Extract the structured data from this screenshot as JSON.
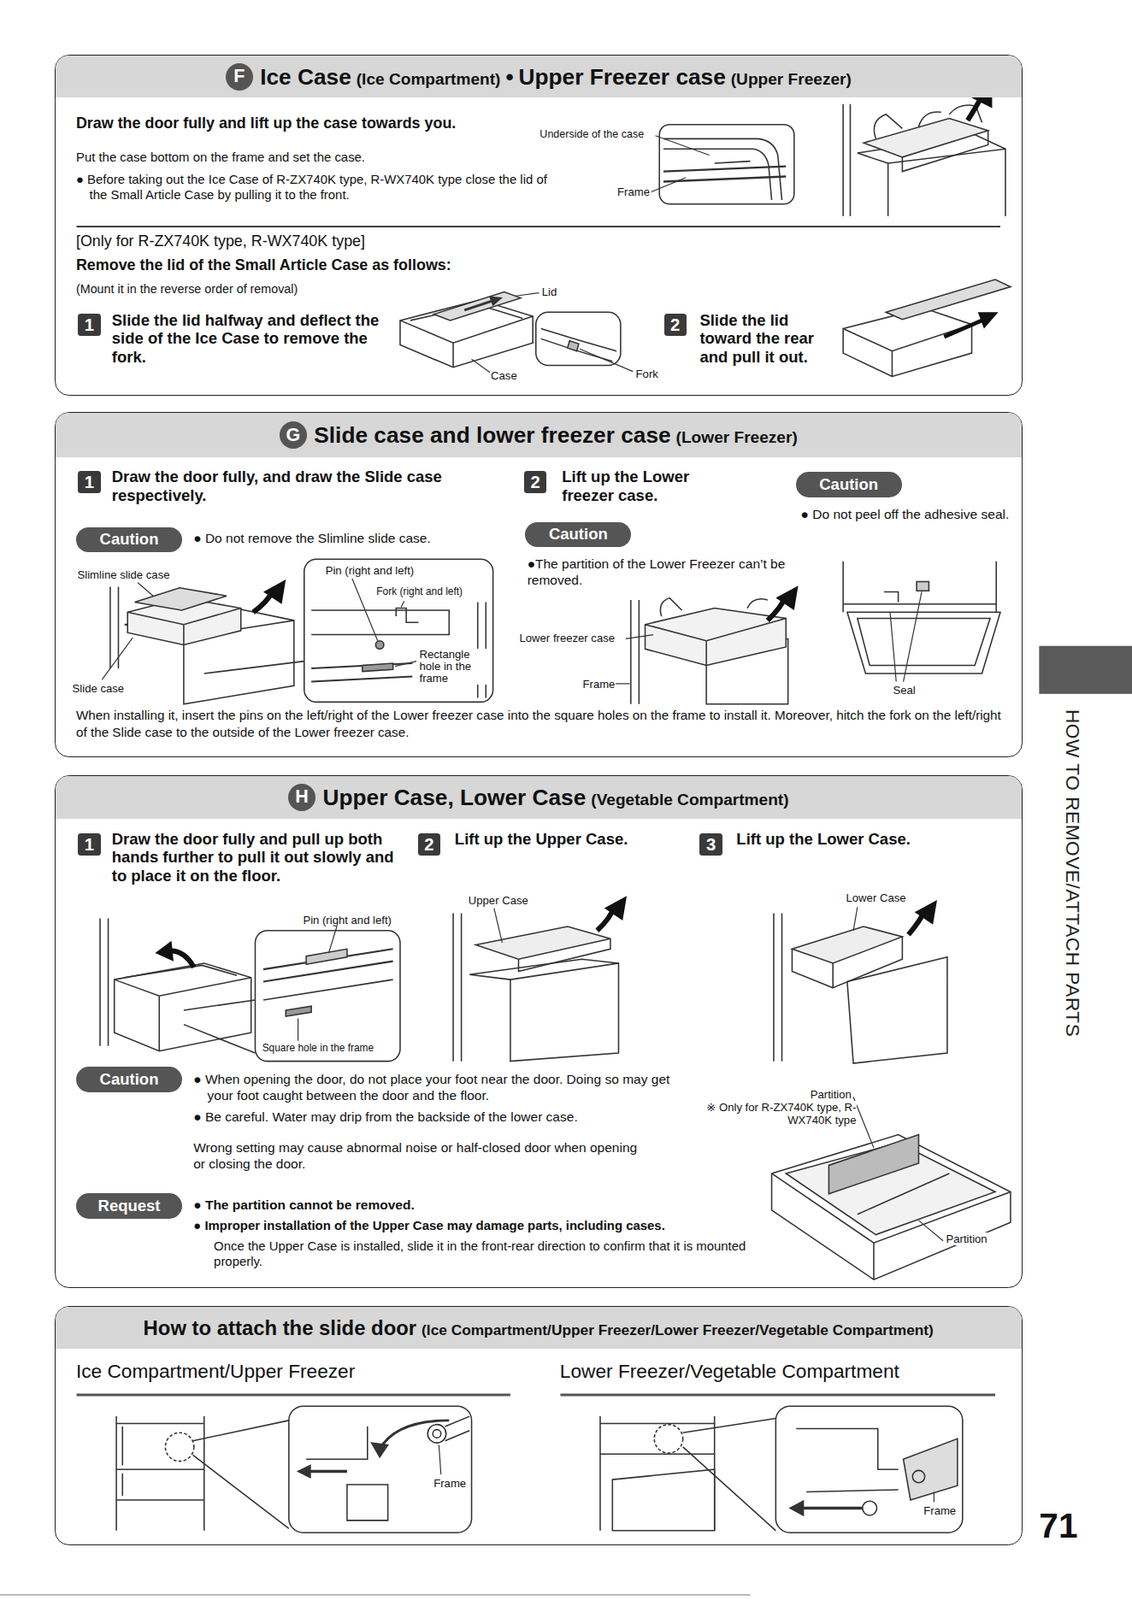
{
  "diagram": {
    "nodes": [
      {
        "text": [
          "Ice Case",
          "(Ice Compartment)",
          "•",
          "Upper Freezer case",
          "(Upper Freezer)",
          "Draw the door fully and lift up the case towards you.",
          "Put the case bottom on the frame and set the case.",
          "● Before taking out the Ice Case of R-ZX740K type, R-WX740K type close the lid of the Small Article Case by pulling it to the front.",
          "[Only for R-ZX740K type, R-WX740K type]",
          "Remove the lid of the Small Article Case as follows:",
          "(Mount it in the reverse order of removal)",
          "Slide the lid halfway and deflect the side of the Ice Case to remove the fork.",
          "Slide the lid toward the rear and pull it out."
        ]
      },
      {
        "text": [
          "F"
        ],
        "in": 0
      },
      {
        "text": [
          "1"
        ],
        "in": 0
      },
      {
        "text": [
          "2"
        ],
        "in": 0
      },
      {
        "text": [
          "Slide case and lower freezer case",
          "(Lower Freezer)",
          "Draw the door fully, and draw the Slide case respectively.",
          "● Do not remove the Slimline slide case.",
          "Lift up the Lower freezer case.",
          "●The partition of the Lower Freezer can’t be removed.",
          "● Do not peel off the adhesive seal.",
          "When installing it, insert the pins on the left/right of the Lower freezer case into the square holes on the frame to install it. Moreover, hitch the fork on the left/right of the Slide case to the outside of the Lower freezer case."
        ]
      },
      {
        "text": [
          "G"
        ],
        "in": 4
      },
      {
        "text": [
          "1"
        ],
        "in": 4
      },
      {
        "text": [
          "Caution"
        ],
        "in": 4
      },
      {
        "text": [
          "2"
        ],
        "in": 4
      },
      {
        "text": [
          "Caution"
        ],
        "in": 4
      },
      {
        "text": [
          "Caution"
        ],
        "in": 4
      },
      {
        "text": [
          "Upper Case, Lower Case",
          "(Vegetable Compartment)",
          "Draw the door fully and pull up both hands further to pull it out slowly and to place it on the floor.",
          "Lift up the Upper Case.",
          "Lift up the Lower Case.",
          "● When opening the door, do not place your foot near the door. Doing so may get your foot caught between the door and the floor.",
          "● Be careful. Water may drip from the backside of the lower case.",
          "Wrong setting may cause abnormal noise or half-closed door when opening or closing the door.",
          "● The partition cannot be removed.",
          "● Improper installation of the Upper Case may damage parts, including cases.",
          "Once the Upper Case is installed, slide it in the front-rear direction to confirm that it is mounted properly."
        ]
      },
      {
        "text": [
          "H"
        ],
        "in": 11
      },
      {
        "text": [
          "1"
        ],
        "in": 11
      },
      {
        "text": [
          "2"
        ],
        "in": 11
      },
      {
        "text": [
          "3"
        ],
        "in": 11
      },
      {
        "text": [
          "Caution"
        ],
        "in": 11
      },
      {
        "text": [
          "Request"
        ],
        "in": 11
      },
      {
        "text": [
          "How to attach the slide door",
          "(Ice Compartment/Upper Freezer/Lower Freezer/Vegetable Compartment)",
          "Ice Compartment/Upper Freezer",
          "Lower Freezer/Vegetable Compartment"
        ]
      }
    ],
    "labels": [
      "Underside of the case",
      "Frame",
      "Lid",
      "Case",
      "Fork",
      "Slimline slide case",
      "Pin (right and left)",
      "Fork (right and left)",
      "Rectangle hole in the frame",
      "Slide case",
      "Lower freezer case",
      "Frame",
      "Seal",
      "Pin (right and left)",
      "Square hole in the frame",
      "Upper Case",
      "Lower Case",
      "Partition",
      "※ Only for R-ZX740K type, R-WX740K type",
      "Partition",
      "Frame",
      "Frame",
      "HOW TO REMOVE/ATTACH PARTS",
      "71"
    ]
  }
}
